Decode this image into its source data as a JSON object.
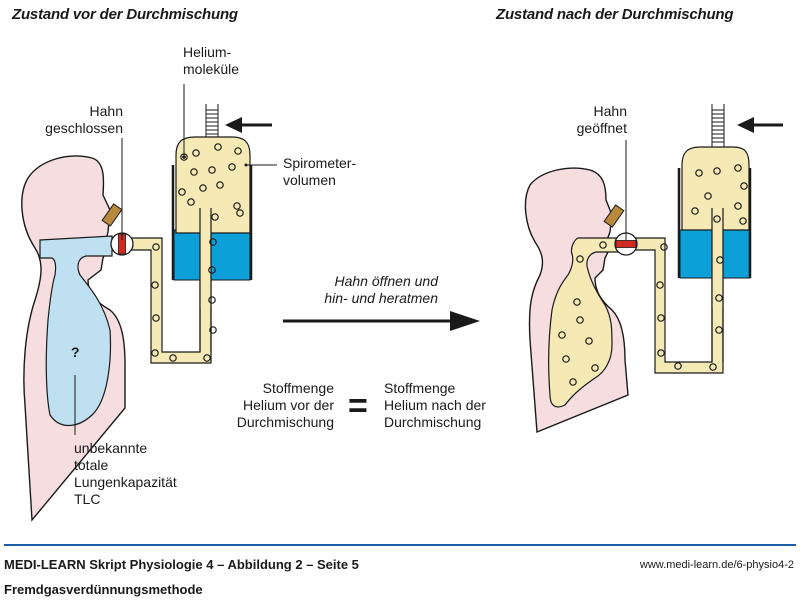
{
  "titles": {
    "before": "Zustand vor der Durchmischung",
    "after": "Zustand nach der Durchmischung"
  },
  "labels_before": {
    "helium_1": "Helium-",
    "helium_2": "moleküle",
    "hahn_1": "Hahn",
    "hahn_2": "geschlossen",
    "spiro_1": "Spirometer-",
    "spiro_2": "volumen",
    "question": "?",
    "tlc_1": "unbekannte",
    "tlc_2": "totale",
    "tlc_3": "Lungenkapazität",
    "tlc_4": "TLC"
  },
  "labels_after": {
    "hahn_1": "Hahn",
    "hahn_2": "geöffnet"
  },
  "transition": {
    "line1": "Hahn öffnen und",
    "line2": "hin- und heratmen"
  },
  "equation": {
    "left_1": "Stoffmenge",
    "left_2": "Helium vor der",
    "left_3": "Durchmischung",
    "operator": "=",
    "right_1": "Stoffmenge",
    "right_2": "Helium nach der",
    "right_3": "Durchmischung"
  },
  "footer": {
    "source": "MEDI-LEARN Skript Physiologie 4 – Abbildung 2 – Seite 5",
    "url": "www.medi-learn.de/6-physio4-2",
    "caption": "Fremdgasverdünnungsmethode"
  },
  "colors": {
    "body_skin": "#f5dde0",
    "lung_unknown": "#bfe0f0",
    "helium_gas": "#f5e9b5",
    "spirometer_water": "#0d9fd8",
    "valve_red": "#d22a20",
    "mouthpiece": "#b8893a",
    "footer_rule": "#1f5fa8"
  }
}
